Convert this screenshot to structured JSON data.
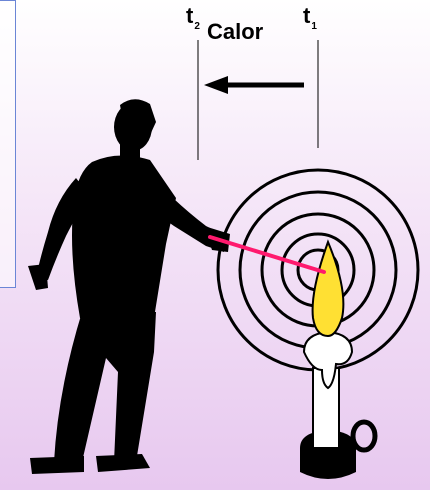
{
  "labels": {
    "t2": {
      "letter": "t",
      "sub": "2"
    },
    "t1": {
      "letter": "t",
      "sub": "1"
    },
    "heat": "Calor"
  },
  "colors": {
    "ray": "#ff1a6e",
    "flame": "#ffe033",
    "candle": "#ffffff",
    "stroke": "#000000",
    "frame": "#6b86d6"
  },
  "icons": [
    "person-silhouette",
    "candle-icon",
    "flame-icon",
    "arrow-left-icon",
    "heat-wave-rings"
  ]
}
